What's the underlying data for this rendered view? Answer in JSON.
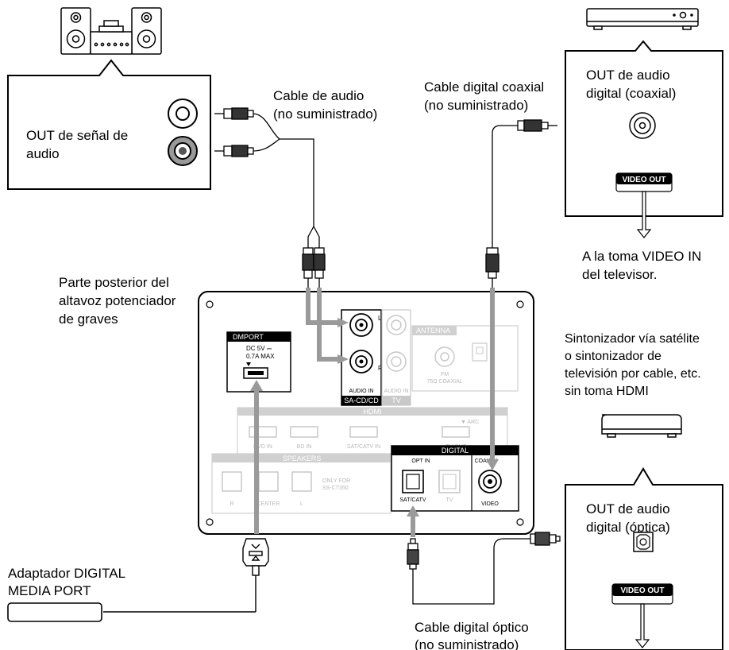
{
  "labels": {
    "audio_signal_out": [
      "OUT de señal de",
      "audio"
    ],
    "audio_cable": [
      "Cable de audio",
      "(no suministrado)"
    ],
    "coax_cable": [
      "Cable digital coaxial",
      "(no suministrado)"
    ],
    "coax_out": [
      "OUT de audio",
      "digital (coaxial)"
    ],
    "video_out_1": "VIDEO OUT",
    "tv_video_in": [
      "A la toma VIDEO IN",
      "del televisor."
    ],
    "subwoofer_rear": [
      "Parte posterior del",
      "altavoz potenciador",
      "de graves"
    ],
    "tuner": [
      "Sintonizador vía satélite",
      "o sintonizador de",
      "televisión por cable, etc.",
      "sin toma HDMI"
    ],
    "optical_out": [
      "OUT de audio",
      "digital (óptica)"
    ],
    "video_out_2": "VIDEO OUT",
    "dmport_adapter": [
      "Adaptador DIGITAL",
      "MEDIA PORT"
    ],
    "optical_cable": [
      "Cable digital óptico",
      "(no suministrado)"
    ]
  },
  "panel": {
    "dmport": "DMPORT",
    "dc_rating": [
      "DC 5V ⎓",
      "0.7A MAX"
    ],
    "audio_in": "AUDIO IN",
    "audio_in_tv": "AUDIO IN",
    "sacd": "SA-CD/CD",
    "tv": "TV",
    "antenna": "ANTENNA",
    "fm": [
      "FM",
      "75Ω COAXIAL"
    ],
    "hdmi": "HDMI",
    "hdmi_ports": [
      "DVD IN",
      "BD IN",
      "SAT/CATV IN",
      "TV OUT"
    ],
    "arc": "▼ ARC",
    "speakers": "SPEAKERS",
    "speaker_ports": [
      "R",
      "CENTER",
      "L"
    ],
    "only_for": [
      "ONLY FOR",
      "SS-CT350"
    ],
    "digital": "DIGITAL",
    "opt_in": "OPT IN",
    "coax_in": "COAX IN",
    "sat_catv": "SAT/CATV",
    "tv2": "TV",
    "video": "VIDEO",
    "l": "L",
    "r": "R"
  }
}
